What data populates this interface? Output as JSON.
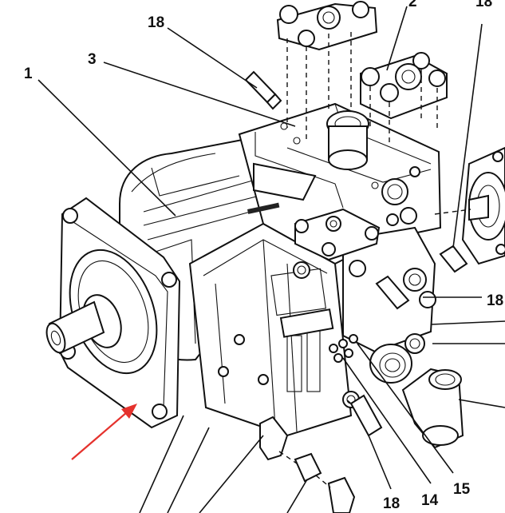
{
  "diagram": {
    "callouts": [
      {
        "id": "c1",
        "text": "1"
      },
      {
        "id": "c2",
        "text": "2"
      },
      {
        "id": "c3",
        "text": "3"
      },
      {
        "id": "c18a",
        "text": "18"
      },
      {
        "id": "c18b",
        "text": "18"
      },
      {
        "id": "c18c",
        "text": "18"
      },
      {
        "id": "c18d",
        "text": "18"
      },
      {
        "id": "c14",
        "text": "14"
      },
      {
        "id": "c15",
        "text": "15"
      }
    ],
    "arrow_color": "#e5322d"
  }
}
